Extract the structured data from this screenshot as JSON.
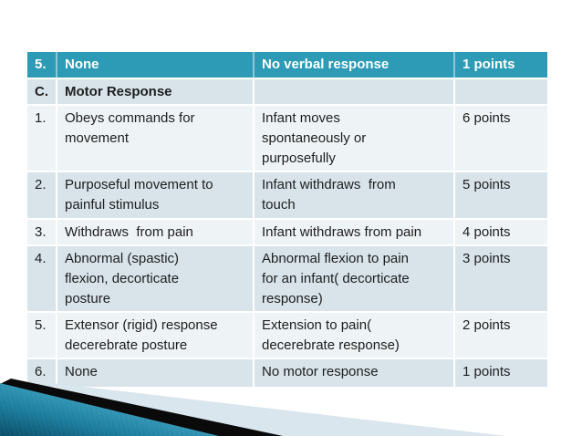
{
  "slide": {
    "description": "Pediatric Glasgow Coma Scale slide - Motor Response table"
  },
  "table": {
    "rows": [
      {
        "kind": "header",
        "cells": [
          "5.",
          "None",
          "No verbal response",
          "1 points"
        ]
      },
      {
        "kind": "section",
        "cells": [
          "C.",
          "Motor Response",
          "",
          ""
        ]
      },
      {
        "kind": "body",
        "cells": [
          "1.",
          "Obeys commands for\nmovement",
          "Infant moves\nspontaneously or\npurposefully",
          "6 points"
        ]
      },
      {
        "kind": "body",
        "cells": [
          "2.",
          "Purposeful movement to\npainful stimulus",
          "Infant withdraws  from\ntouch",
          "5 points"
        ]
      },
      {
        "kind": "body",
        "cells": [
          "3.",
          "Withdraws  from pain",
          "Infant withdraws from pain",
          "4 points"
        ]
      },
      {
        "kind": "body",
        "cells": [
          "4.",
          "Abnormal (spastic)\nflexion, decorticate\nposture",
          "Abnormal flexion to pain\nfor an infant( decorticate\nresponse)",
          "3 points"
        ]
      },
      {
        "kind": "body",
        "cells": [
          "5.",
          "Extensor (rigid) response\ndecerebrate posture",
          "Extension to pain(\ndecerebrate response)",
          "2 points"
        ]
      },
      {
        "kind": "body",
        "cells": [
          "6.",
          "None",
          "No motor response",
          "1 points"
        ]
      }
    ]
  },
  "colors": {
    "header_bg": "#2d9bb5",
    "band_dark": "#d8e4ea",
    "band_light": "#eef3f5",
    "text_dark": "#1e1e1e",
    "text_light": "#ffffff",
    "deco_pale": "#d9e6ee",
    "deco_black": "#0a0a0a",
    "deco_teal_dark": "#0a5270",
    "deco_teal_mid": "#2e94b5",
    "deco_teal_light": "#46aac8"
  }
}
